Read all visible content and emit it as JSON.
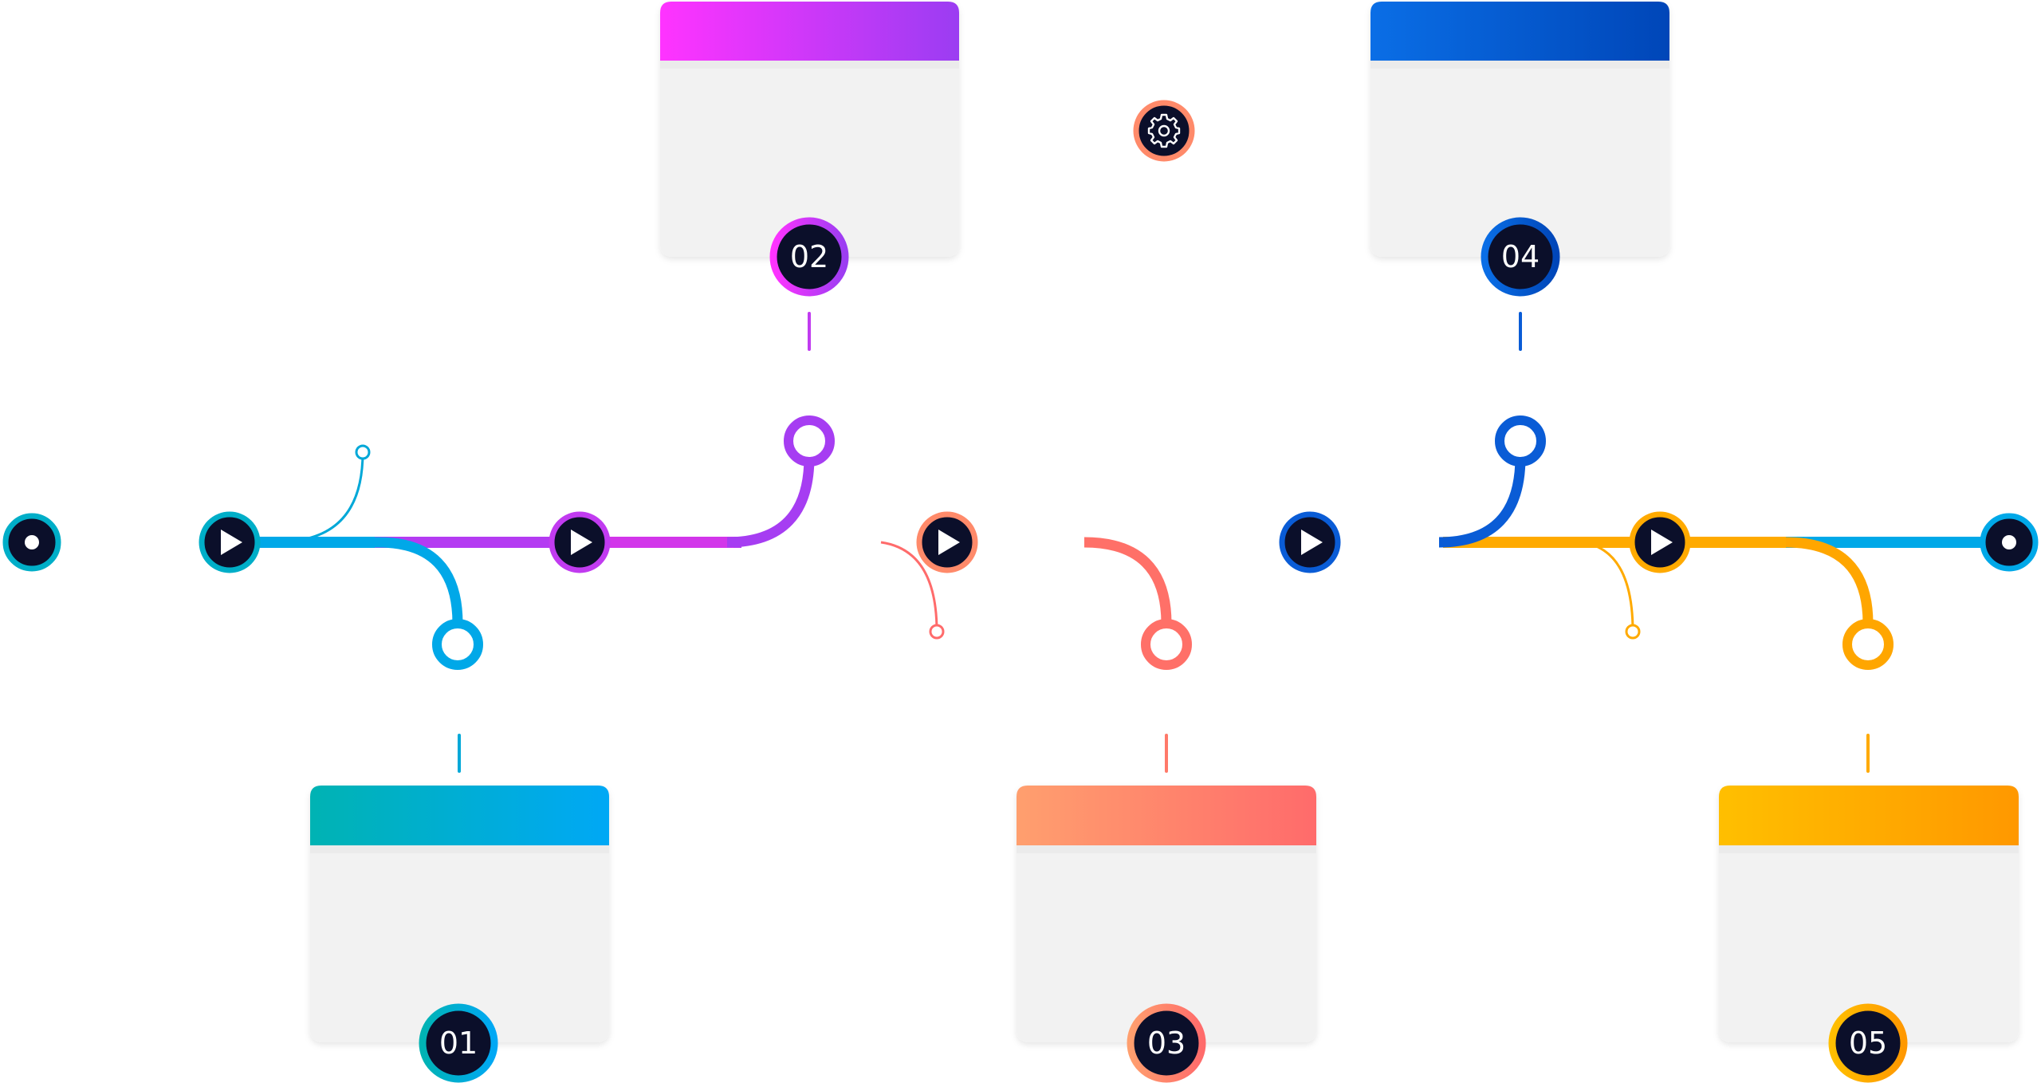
{
  "colors": {
    "teal": "#00B3B3",
    "sky": "#00A8F5",
    "magenta": "#FF33FF",
    "violet": "#9B3DF2",
    "peach": "#FF9F6E",
    "coral": "#FF6B6B",
    "blue": "#0A6EE6",
    "navy": "#0046B8",
    "amber": "#FFBF00",
    "orange": "#FF9800",
    "node_dark": "#0B0F2A",
    "card_body": "#F2F2F2"
  },
  "steps": [
    {
      "number": "01",
      "icon": "play-icon"
    },
    {
      "number": "02",
      "icon": "play-icon"
    },
    {
      "number": "03",
      "icon": "play-icon"
    },
    {
      "number": "04",
      "icon": "play-icon"
    },
    {
      "number": "05",
      "icon": "play-icon"
    }
  ],
  "connector_icon": "gear-icon"
}
